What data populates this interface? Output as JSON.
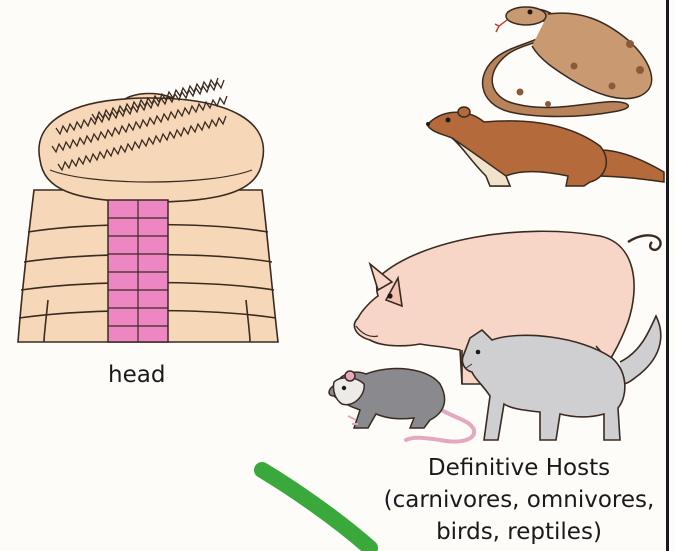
{
  "labels": {
    "head": "head",
    "hosts_title": "Definitive Hosts",
    "hosts_line2": "(carnivores, omnivores,",
    "hosts_line3": "birds, reptiles)"
  },
  "colors": {
    "segment_tan": "#f6d8b8",
    "proglottid_pink": "#ee86c4",
    "snake_brown": "#b8825a",
    "weasel_brown": "#b46a3a",
    "pig_pink": "#f7d6c8",
    "opossum_gray": "#8a8a8e",
    "cat_gray": "#cfcfd1",
    "arrow_green": "#3aa83a"
  },
  "icons": [
    "tapeworm-scolex-icon",
    "snake-icon",
    "weasel-icon",
    "pig-icon",
    "cat-icon",
    "opossum-icon",
    "green-arrow-icon"
  ]
}
